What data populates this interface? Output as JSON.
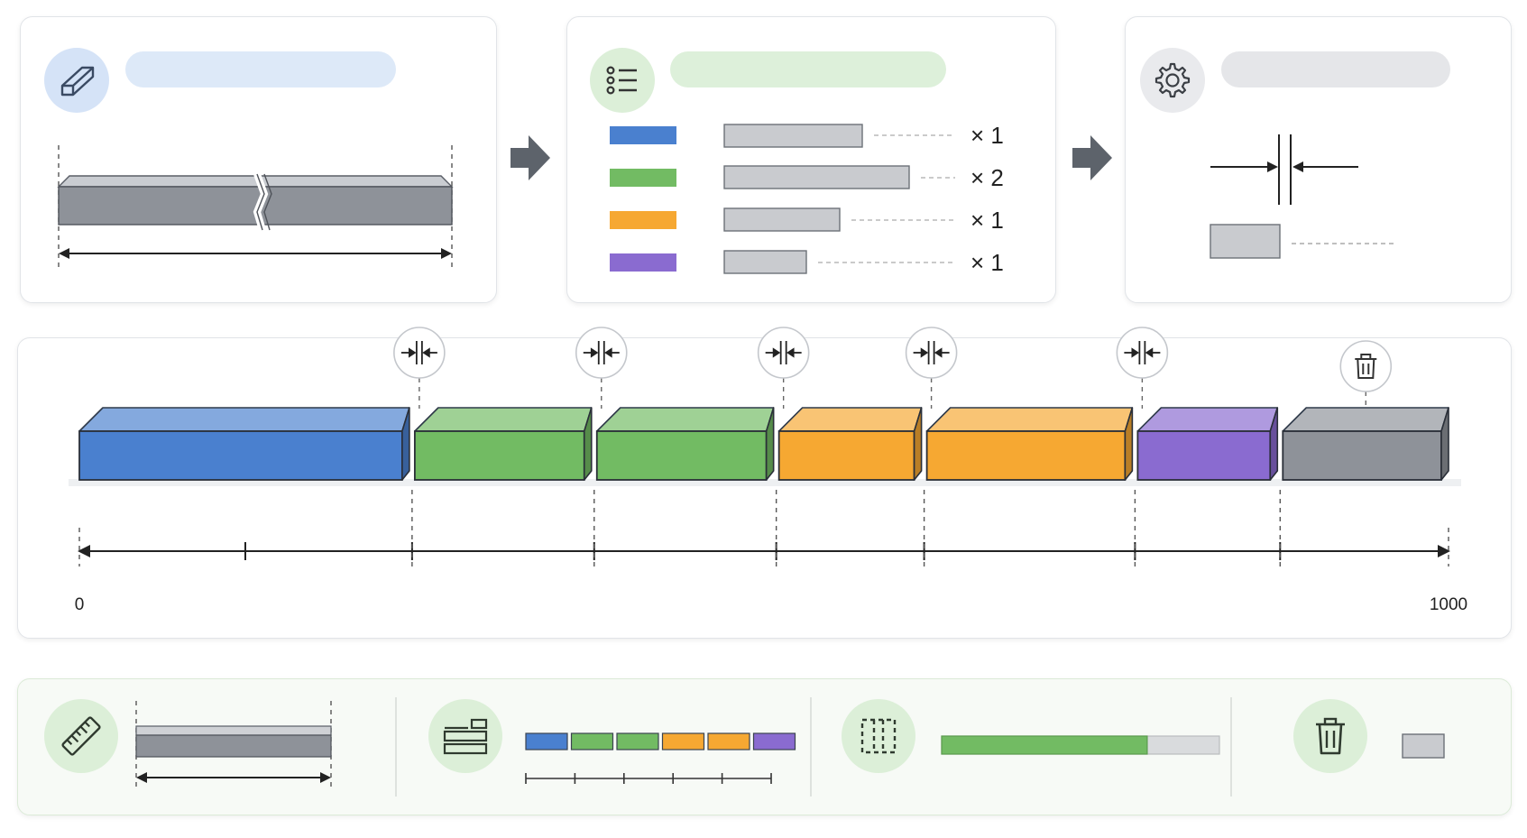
{
  "colors": {
    "blue": "#4a80cf",
    "green": "#72bb63",
    "orange": "#f6a832",
    "purple": "#8a6bd0",
    "gray": "#8e9299",
    "placeholder": "#c9cbcf",
    "blue_pill": "#dde9f8",
    "green_pill": "#ddf0da",
    "gray_pill": "#e5e6e9",
    "icon_blue_bg": "#d5e3f7",
    "icon_green_bg": "#dcefd8",
    "icon_gray_bg": "#e9eaed"
  },
  "stock_card": {
    "icon": "stock-bar-icon"
  },
  "orders_card": {
    "icon": "list-icon",
    "orders": [
      {
        "color": "blue",
        "qty": "× 1"
      },
      {
        "color": "green",
        "qty": "× 2"
      },
      {
        "color": "orange",
        "qty": "× 1"
      },
      {
        "color": "purple",
        "qty": "× 1"
      }
    ]
  },
  "settings_card": {
    "icon": "gear-icon"
  },
  "cut_plan": {
    "axis_start": "0",
    "axis_end": "1000",
    "segments": [
      {
        "color": "blue",
        "from": 0,
        "to": 243
      },
      {
        "color": "green",
        "from": 243,
        "to": 376
      },
      {
        "color": "green",
        "from": 376,
        "to": 509
      },
      {
        "color": "orange",
        "from": 509,
        "to": 617
      },
      {
        "color": "orange",
        "from": 617,
        "to": 771
      },
      {
        "color": "purple",
        "from": 771,
        "to": 877
      },
      {
        "color": "gray",
        "from": 877,
        "to": 1000,
        "waste": true
      }
    ]
  },
  "summary": {
    "icons": [
      "ruler-icon",
      "layout-icon",
      "kerf-icon",
      "trash-icon"
    ],
    "utilization": 0.74
  }
}
